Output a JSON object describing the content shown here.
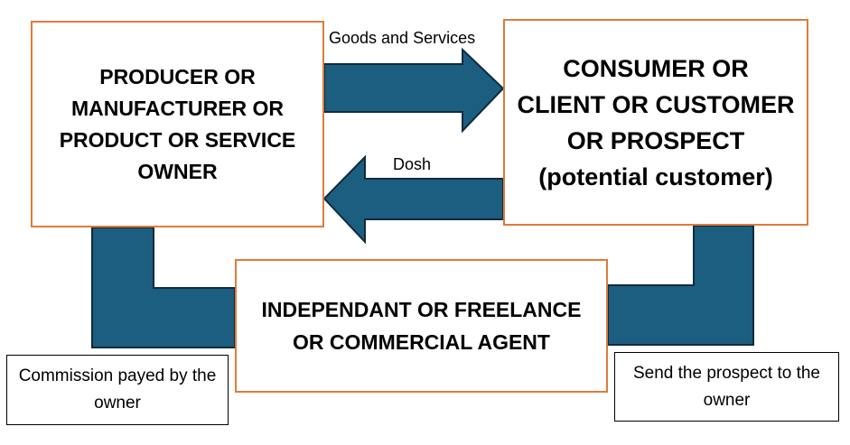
{
  "nodes": {
    "producer": "PRODUCER OR MANUFACTURER OR PRODUCT OR SERVICE OWNER",
    "consumer": "CONSUMER OR CLIENT OR CUSTOMER OR PROSPECT (potential customer)",
    "agent": "INDEPENDANT OR FREELANCE OR COMMERCIAL AGENT"
  },
  "flows": {
    "goods_label": "Goods and Services",
    "money_label": "Dosh"
  },
  "notes": {
    "commission": "Commission payed by the owner",
    "send_prospect": "Send the prospect to the owner"
  },
  "colors": {
    "arrow_fill": "#1B5E80",
    "arrow_stroke": "#0F2B3D",
    "box_border": "#E07B39"
  }
}
